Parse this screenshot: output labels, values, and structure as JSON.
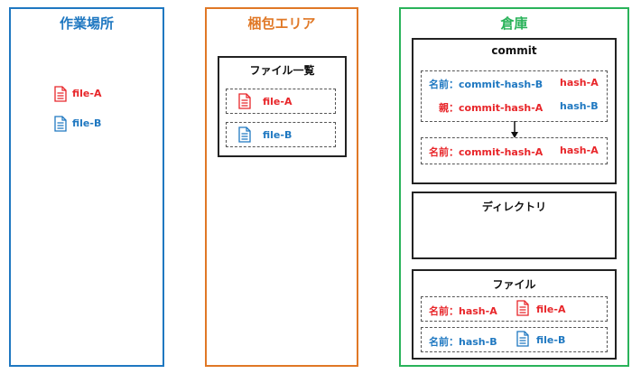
{
  "colors": {
    "working": "#1f78c1",
    "staging": "#e07826",
    "repo": "#2ab35a",
    "red": "#e8262a",
    "blue": "#1f78c1"
  },
  "working": {
    "title": "作業場所",
    "files": [
      {
        "name": "file-A",
        "color": "red",
        "icon": "document-icon"
      },
      {
        "name": "file-B",
        "color": "blue",
        "icon": "document-icon"
      }
    ]
  },
  "staging": {
    "title": "梱包エリア",
    "list_title": "ファイル一覧",
    "files": [
      {
        "name": "file-A",
        "color": "red",
        "icon": "document-icon"
      },
      {
        "name": "file-B",
        "color": "blue",
        "icon": "document-icon"
      }
    ]
  },
  "repo": {
    "title": "倉庫",
    "commit": {
      "title": "commit",
      "current": {
        "name_label": "名前：commit-hash-B",
        "parent_label": "親：commit-hash-A",
        "hash1": "hash-A",
        "hash2": "hash-B"
      },
      "parent": {
        "name_label": "名前：commit-hash-A",
        "hash": "hash-A"
      }
    },
    "directory": {
      "title": "ディレクトリ"
    },
    "file": {
      "title": "ファイル",
      "rows": [
        {
          "name_label": "名前：hash-A",
          "file": "file-A",
          "color": "red"
        },
        {
          "name_label": "名前：hash-B",
          "file": "file-B",
          "color": "blue"
        }
      ]
    }
  }
}
